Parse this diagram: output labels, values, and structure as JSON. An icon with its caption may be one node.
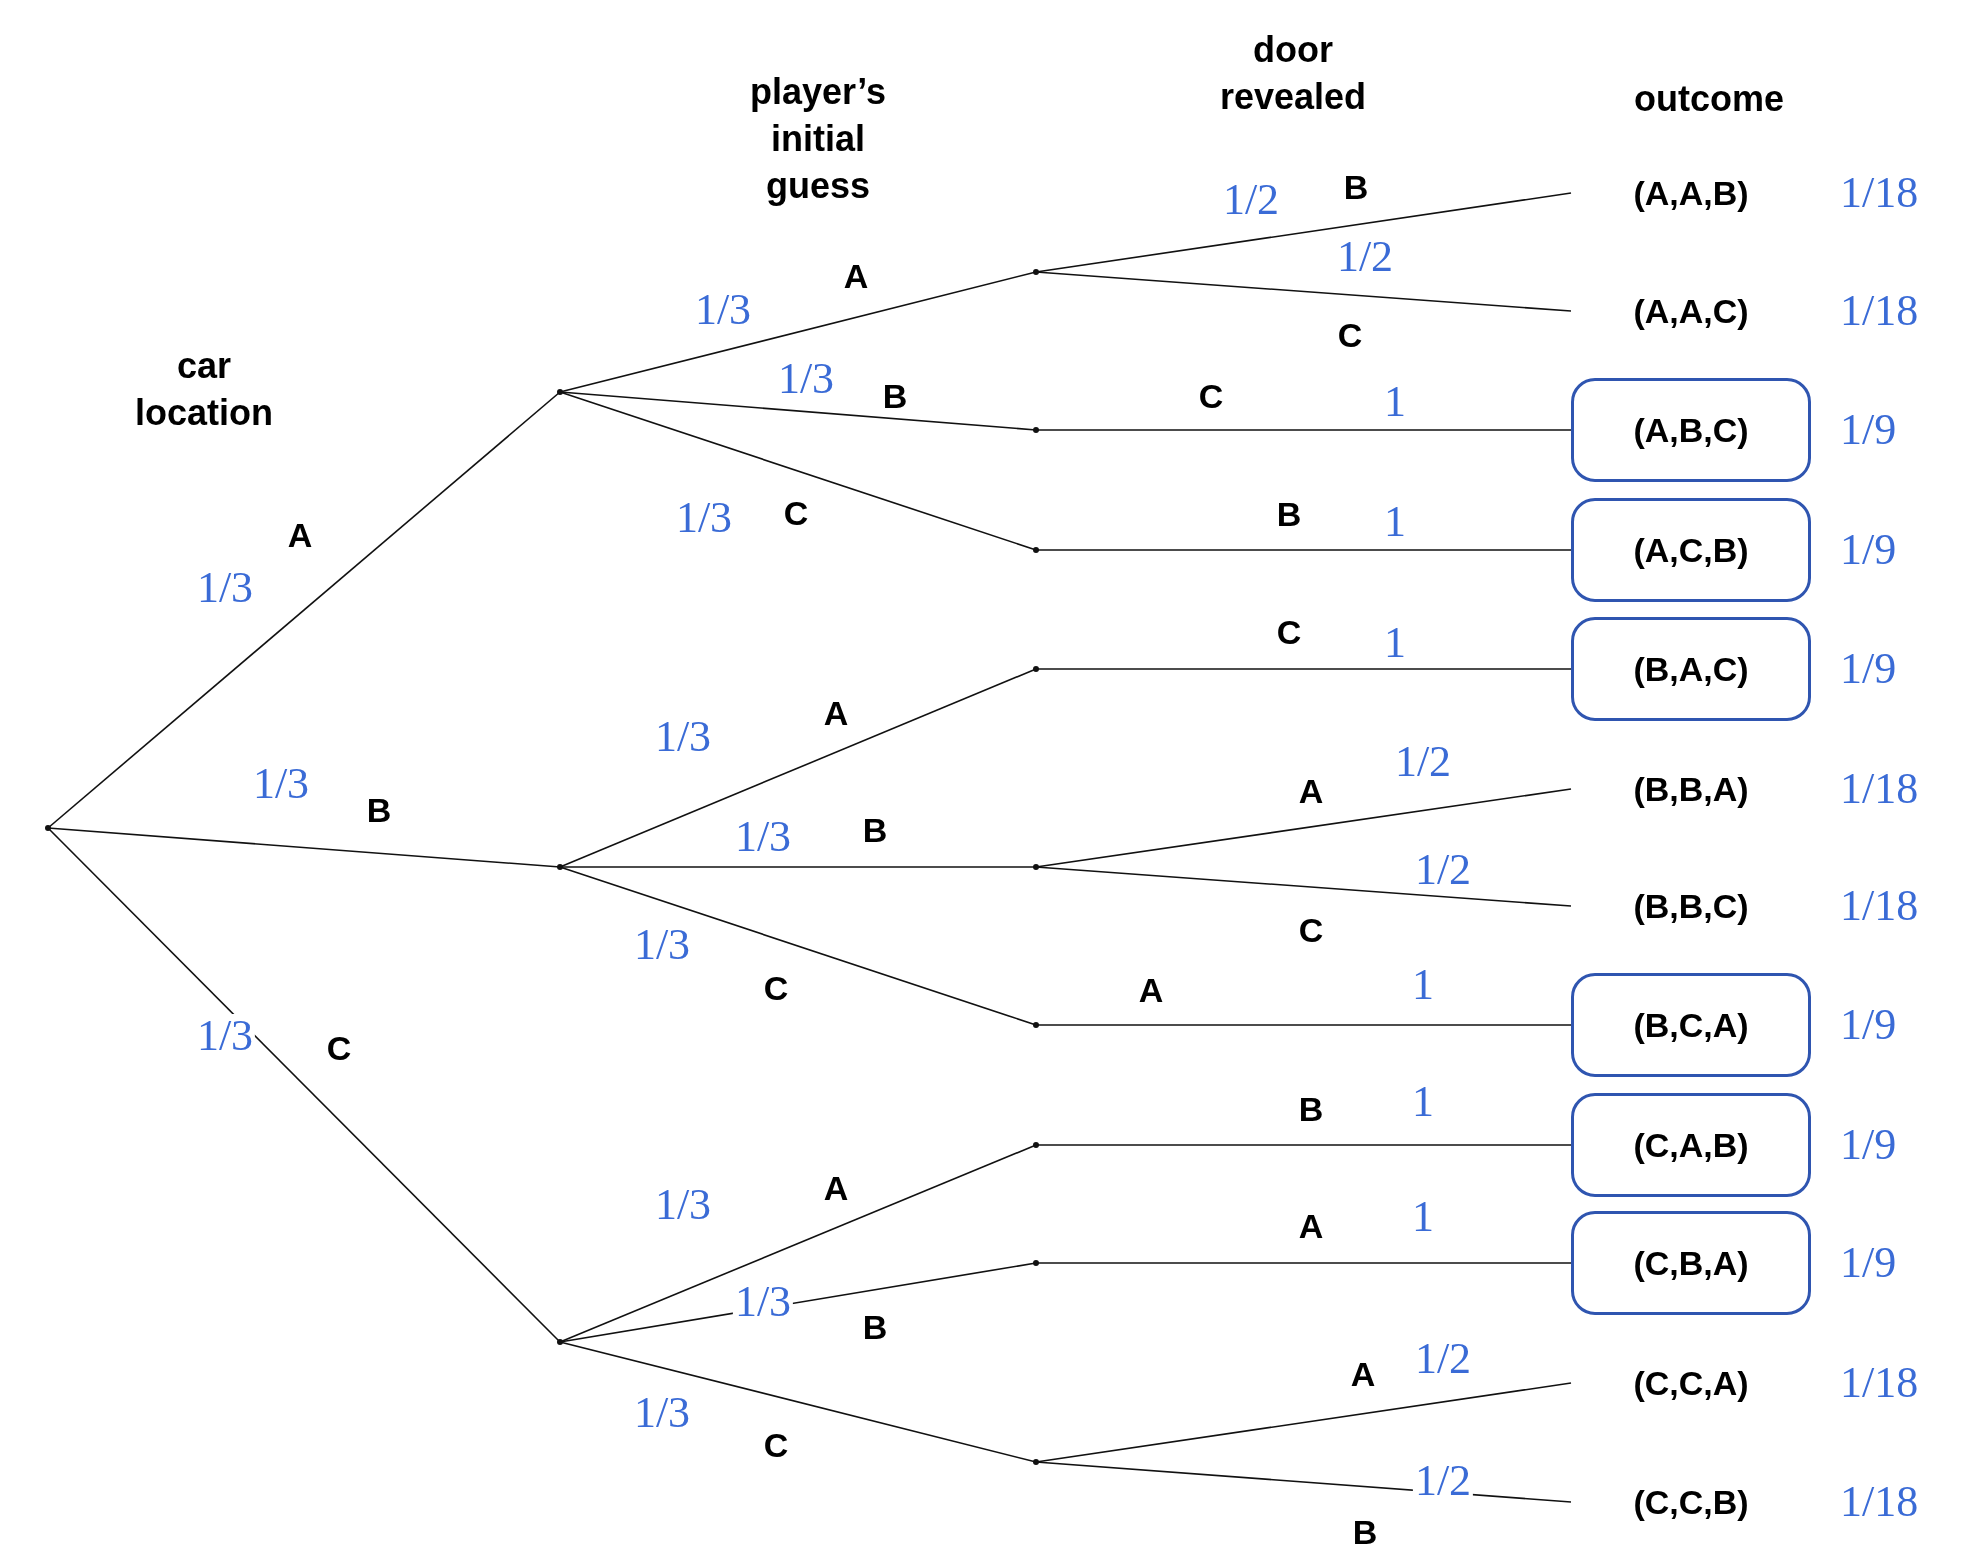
{
  "diagram": {
    "nodes": [
      {
        "text": [],
        "shape": "point"
      },
      {
        "text": [],
        "shape": "point"
      },
      {
        "text": [],
        "shape": "point"
      },
      {
        "text": [],
        "shape": "point"
      },
      {
        "text": [],
        "shape": "point"
      },
      {
        "text": [],
        "shape": "point"
      },
      {
        "text": [],
        "shape": "point"
      },
      {
        "text": [],
        "shape": "point"
      },
      {
        "text": [],
        "shape": "point"
      },
      {
        "text": [],
        "shape": "point"
      },
      {
        "text": [],
        "shape": "point"
      },
      {
        "text": [],
        "shape": "point"
      },
      {
        "text": [],
        "shape": "point"
      },
      {
        "text": [
          "(A,A,B)"
        ],
        "beside": [
          "1/18"
        ]
      },
      {
        "text": [
          "(A,A,C)"
        ],
        "beside": [
          "1/18"
        ]
      },
      {
        "text": [
          "(A,B,C)"
        ],
        "beside": [
          "1/9"
        ]
      },
      {
        "text": [
          "(A,C,B)"
        ],
        "beside": [
          "1/9"
        ]
      },
      {
        "text": [
          "(B,A,C)"
        ],
        "beside": [
          "1/9"
        ]
      },
      {
        "text": [
          "(B,B,A)"
        ],
        "beside": [
          "1/18"
        ]
      },
      {
        "text": [
          "(B,B,C)"
        ],
        "beside": [
          "1/18"
        ]
      },
      {
        "text": [
          "(B,C,A)"
        ],
        "beside": [
          "1/9"
        ]
      },
      {
        "text": [
          "(C,A,B)"
        ],
        "beside": [
          "1/9"
        ]
      },
      {
        "text": [
          "(C,B,A)"
        ],
        "beside": [
          "1/9"
        ]
      },
      {
        "text": [
          "(C,C,A)"
        ],
        "beside": [
          "1/18"
        ]
      },
      {
        "text": [
          "(C,C,B)"
        ],
        "beside": [
          "1/18"
        ]
      }
    ],
    "edges": [
      {
        "from": 0,
        "to": 1,
        "arrow": "none",
        "label": "A"
      },
      {
        "from": 0,
        "to": 2,
        "arrow": "none",
        "label": "B"
      },
      {
        "from": 0,
        "to": 3,
        "arrow": "none",
        "label": "C"
      },
      {
        "from": 1,
        "to": 4,
        "arrow": "none",
        "label": "A"
      },
      {
        "from": 1,
        "to": 5,
        "arrow": "none",
        "label": "B"
      },
      {
        "from": 1,
        "to": 6,
        "arrow": "none",
        "label": "C"
      },
      {
        "from": 2,
        "to": 7,
        "arrow": "none",
        "label": "A"
      },
      {
        "from": 2,
        "to": 8,
        "arrow": "none",
        "label": "B"
      },
      {
        "from": 2,
        "to": 9,
        "arrow": "none",
        "label": "C"
      },
      {
        "from": 3,
        "to": 10,
        "arrow": "none",
        "label": "A"
      },
      {
        "from": 3,
        "to": 11,
        "arrow": "none",
        "label": "B"
      },
      {
        "from": 3,
        "to": 12,
        "arrow": "none",
        "label": "C"
      },
      {
        "from": 4,
        "to": 13,
        "arrow": "none",
        "label": "B"
      },
      {
        "from": 4,
        "to": 14,
        "arrow": "none",
        "label": "C"
      },
      {
        "from": 5,
        "to": 15,
        "arrow": "none",
        "label": "C"
      },
      {
        "from": 6,
        "to": 16,
        "arrow": "none",
        "label": "B"
      },
      {
        "from": 7,
        "to": 17,
        "arrow": "none",
        "label": "C"
      },
      {
        "from": 8,
        "to": 18,
        "arrow": "none",
        "label": "A"
      },
      {
        "from": 8,
        "to": 19,
        "arrow": "none",
        "label": "C"
      },
      {
        "from": 9,
        "to": 20,
        "arrow": "none",
        "label": "A"
      },
      {
        "from": 10,
        "to": 21,
        "arrow": "none",
        "label": "B"
      },
      {
        "from": 11,
        "to": 22,
        "arrow": "none",
        "label": "A"
      },
      {
        "from": 12,
        "to": 23,
        "arrow": "none",
        "label": "A"
      },
      {
        "from": 12,
        "to": 24,
        "arrow": "none",
        "label": "B"
      }
    ],
    "labels": [
      "car location",
      "player’s initial guess",
      "door revealed",
      "outcome",
      "1/3",
      "1/3",
      "1/3",
      "1/3",
      "1/3",
      "1/3",
      "1/3",
      "1/3",
      "1/3",
      "1/3",
      "1/3",
      "1/3",
      "1/2",
      "1/2",
      "1",
      "1",
      "1",
      "1/2",
      "1/2",
      "1",
      "1",
      "1",
      "1/2",
      "1/2"
    ]
  }
}
